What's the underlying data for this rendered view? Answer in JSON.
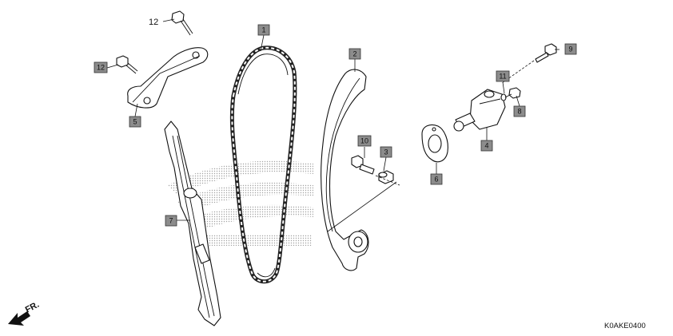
{
  "callouts": {
    "p1": "1",
    "p2": "2",
    "p3": "3",
    "p4": "4",
    "p5": "5",
    "p6": "6",
    "p7": "7",
    "p8": "8",
    "p9": "9",
    "p10": "10",
    "p11": "11",
    "p12a": "12",
    "p12b": "12"
  },
  "direction_label": "FR.",
  "diagram_code": "K0AKE0400",
  "icons": {
    "direction": "front-direction-arrow-icon",
    "watermark": "wing-logo-watermark"
  }
}
